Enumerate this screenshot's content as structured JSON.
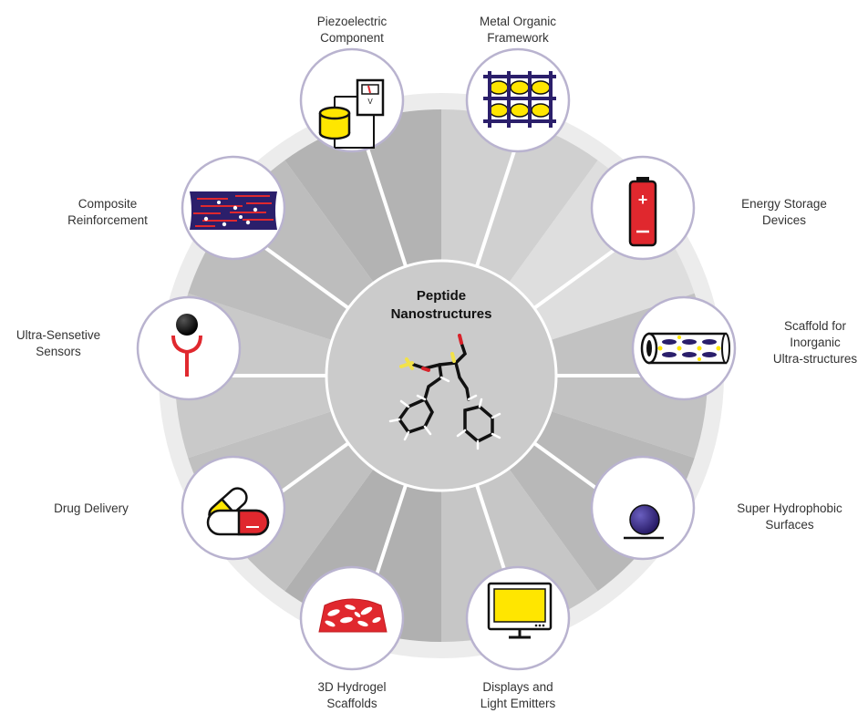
{
  "center": {
    "title_line1": "Peptide",
    "title_line2": "Nanostructures",
    "molecule_icon": "diphenylalanine-molecule-icon"
  },
  "applications": [
    {
      "key": "piezoelectric",
      "line1": "Piezoelectric",
      "line2": "Component",
      "icon": "piezoelectric-meter-icon"
    },
    {
      "key": "mof",
      "line1": "Metal Organic",
      "line2": "Framework",
      "icon": "mof-lattice-icon"
    },
    {
      "key": "energy",
      "line1": "Energy Storage",
      "line2": "Devices",
      "icon": "battery-icon"
    },
    {
      "key": "scaffold-inorganic",
      "line1": "Scaffold for",
      "line2": "Inorganic",
      "line3": "Ultra-structures",
      "icon": "nanotube-scaffold-icon"
    },
    {
      "key": "hydrophobic",
      "line1": "Super Hydrophobic",
      "line2": "Surfaces",
      "icon": "droplet-on-surface-icon"
    },
    {
      "key": "displays",
      "line1": "Displays and",
      "line2": "Light Emitters",
      "icon": "monitor-icon"
    },
    {
      "key": "hydrogel",
      "line1": "3D Hydrogel",
      "line2": "Scaffolds",
      "icon": "hydrogel-icon"
    },
    {
      "key": "drug",
      "line1": "Drug Delivery",
      "icon": "capsules-icon"
    },
    {
      "key": "sensors",
      "line1": "Ultra-Sensetive",
      "line2": "Sensors",
      "icon": "sensor-icon"
    },
    {
      "key": "composite",
      "line1": "Composite",
      "line2": "Reinforcement",
      "icon": "composite-fibers-icon"
    }
  ],
  "colors": {
    "red": "#e0282e",
    "yellow": "#ffe600",
    "navy": "#2b1f6b",
    "ring_border": "#b9b3cf",
    "center_fill": "#c9c9c9"
  }
}
